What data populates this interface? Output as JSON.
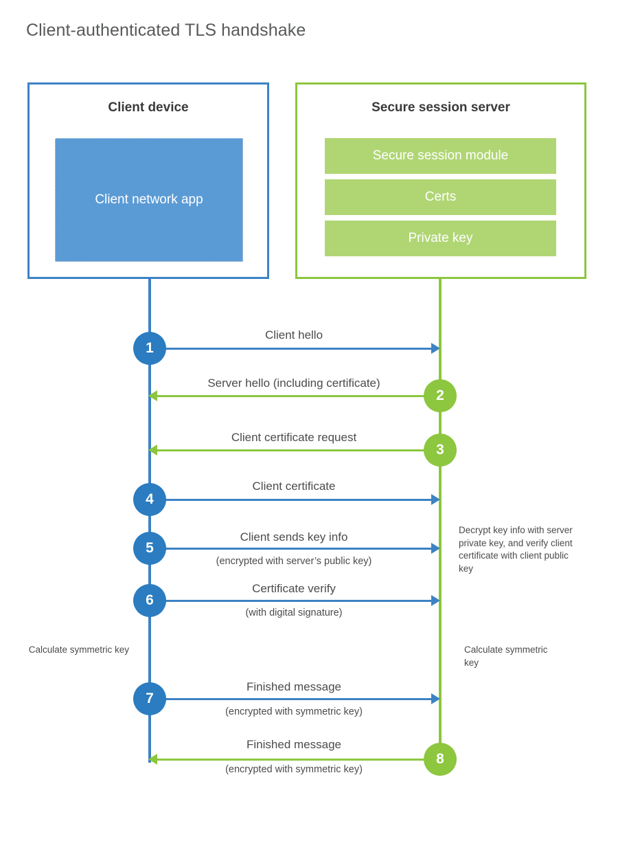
{
  "title": "Client-authenticated TLS handshake",
  "colors": {
    "client_blue": "#3c82c4",
    "client_app_fill": "#5b9bd5",
    "server_green": "#8cc63e",
    "server_module_fill": "#b0d674",
    "badge_blue": "#2b7cc0",
    "badge_green": "#8dc63f",
    "text_gray": "#4b4b4d",
    "title_gray": "#58595b"
  },
  "parties": {
    "client": {
      "title": "Client device",
      "app_label": "Client network app"
    },
    "server": {
      "title": "Secure session server",
      "modules": [
        "Secure session module",
        "Certs",
        "Private key"
      ]
    }
  },
  "messages": [
    {
      "step": "1",
      "label": "Client hello",
      "sublabel": "",
      "direction": "client-to-server",
      "color": "blue"
    },
    {
      "step": "2",
      "label": "Server hello (including certificate)",
      "sublabel": "",
      "direction": "server-to-client",
      "color": "green"
    },
    {
      "step": "3",
      "label": "Client certificate request",
      "sublabel": "",
      "direction": "server-to-client",
      "color": "green"
    },
    {
      "step": "4",
      "label": "Client certificate",
      "sublabel": "",
      "direction": "client-to-server",
      "color": "blue"
    },
    {
      "step": "5",
      "label": "Client sends key info",
      "sublabel": "(encrypted with server’s public key)",
      "direction": "client-to-server",
      "color": "blue"
    },
    {
      "step": "6",
      "label": "Certificate verify",
      "sublabel": "(with digital signature)",
      "direction": "client-to-server",
      "color": "blue"
    },
    {
      "step": "7",
      "label": "Finished message",
      "sublabel": "(encrypted with symmetric key)",
      "direction": "client-to-server",
      "color": "blue"
    },
    {
      "step": "8",
      "label": "Finished message",
      "sublabel": "(encrypted with symmetric key)",
      "direction": "server-to-client",
      "color": "green"
    }
  ],
  "annotations": {
    "server_decrypt": "Decrypt key info with server private key, and verify client certificate with client public key",
    "client_calculate": "Calculate symmetric key",
    "server_calculate": "Calculate symmetric key"
  }
}
